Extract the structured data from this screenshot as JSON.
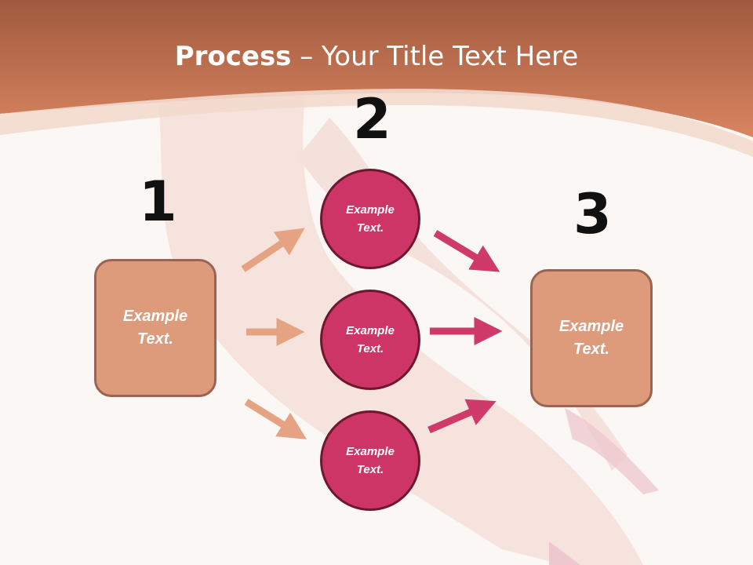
{
  "title": {
    "bold": "Process",
    "rest": " – Your Title Text Here"
  },
  "steps": {
    "one": {
      "number": "1",
      "text_line1": "Example",
      "text_line2": "Text."
    },
    "two": {
      "number": "2"
    },
    "three": {
      "number": "3",
      "text_line1": "Example",
      "text_line2": "Text."
    }
  },
  "circles": [
    {
      "line1": "Example",
      "line2": "Text."
    },
    {
      "line1": "Example",
      "line2": "Text."
    },
    {
      "line1": "Example",
      "line2": "Text."
    }
  ],
  "colors": {
    "header": "#cf7c58",
    "box_fill": "#dd9b7c",
    "box_border": "#9b6452",
    "circle_fill": "#cc3566",
    "circle_border": "#6e1830",
    "left_arrow": "#e5a383",
    "right_arrow": "#cf3a6b"
  }
}
